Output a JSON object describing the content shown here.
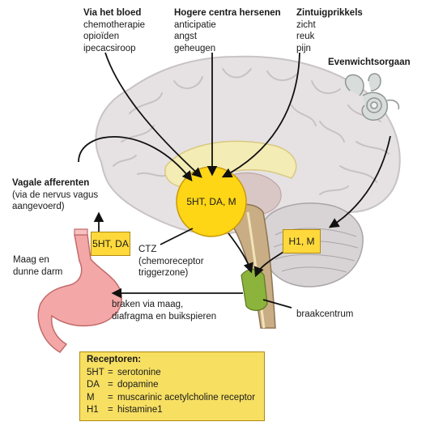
{
  "labels": {
    "blood": {
      "heading": "Via het bloed",
      "lines": [
        "chemotherapie",
        "opioïden",
        "ipecacsiroop"
      ]
    },
    "higher": {
      "heading": "Hogere centra hersenen",
      "lines": [
        "anticipatie",
        "angst",
        "geheugen"
      ]
    },
    "senses": {
      "heading": "Zintuigprikkels",
      "lines": [
        "zicht",
        "reuk",
        "pijn"
      ]
    },
    "vestibular": {
      "heading": "Evenwichtsorgaan"
    },
    "vagal": {
      "heading": "Vagale afferenten",
      "lines": [
        "(via de nervus vagus",
        "aangevoerd)"
      ]
    },
    "stomach": {
      "lines": [
        "Maag en",
        "dunne darm"
      ]
    },
    "ctz": {
      "lines": [
        "CTZ",
        "(chemoreceptor",
        "triggerzone)"
      ]
    },
    "vomit_center": "braakcentrum",
    "vomit_route": {
      "lines": [
        "braken via maag,",
        "diafragma en buikspieren"
      ]
    }
  },
  "boxes": {
    "ctz_receptors": "5HT, DA, M",
    "vagal_receptors": "5HT, DA",
    "vestibular_receptors": "H1, M"
  },
  "legend": {
    "title": "Receptoren:",
    "rows": [
      {
        "key": "5HT",
        "value": "serotonine"
      },
      {
        "key": "DA",
        "value": "dopamine"
      },
      {
        "key": "M",
        "value": "muscarinic acetylcholine receptor"
      },
      {
        "key": "H1",
        "value": "histamine1"
      }
    ]
  },
  "colors": {
    "brain_fill": "#e6e2e3",
    "brain_outline": "#c8c3c5",
    "ctz_circle": "#ffd616",
    "box_fill": "#ffd93b",
    "legend_fill": "#f7df62",
    "vomit_center": "#8cb33c",
    "stomach": "#f4a7a7",
    "brainstem": "#c9ad84",
    "cerebellum": "#d8d4d5"
  }
}
